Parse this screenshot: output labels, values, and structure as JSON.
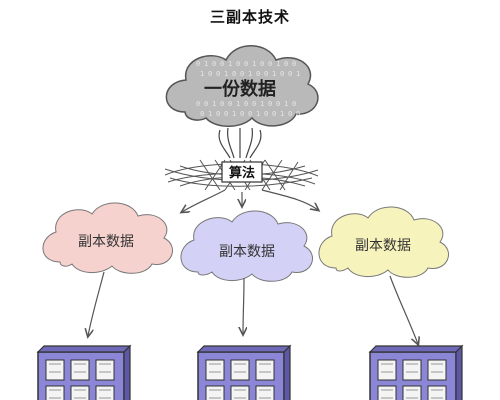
{
  "title": "三副本技术",
  "source_cloud": {
    "label": "一份数据",
    "fill": "#b9b9b9",
    "stroke": "#555555"
  },
  "algorithm": {
    "label": "算法"
  },
  "replicas": [
    {
      "label": "副本数据",
      "fill": "#f6d2cf"
    },
    {
      "label": "副本数据",
      "fill": "#d3d2f6"
    },
    {
      "label": "副本数据",
      "fill": "#f7f3bd"
    }
  ],
  "colors": {
    "building_body": "#8b86d6",
    "building_outline": "#333333",
    "window": "#f4f4f4",
    "line": "#444444"
  }
}
